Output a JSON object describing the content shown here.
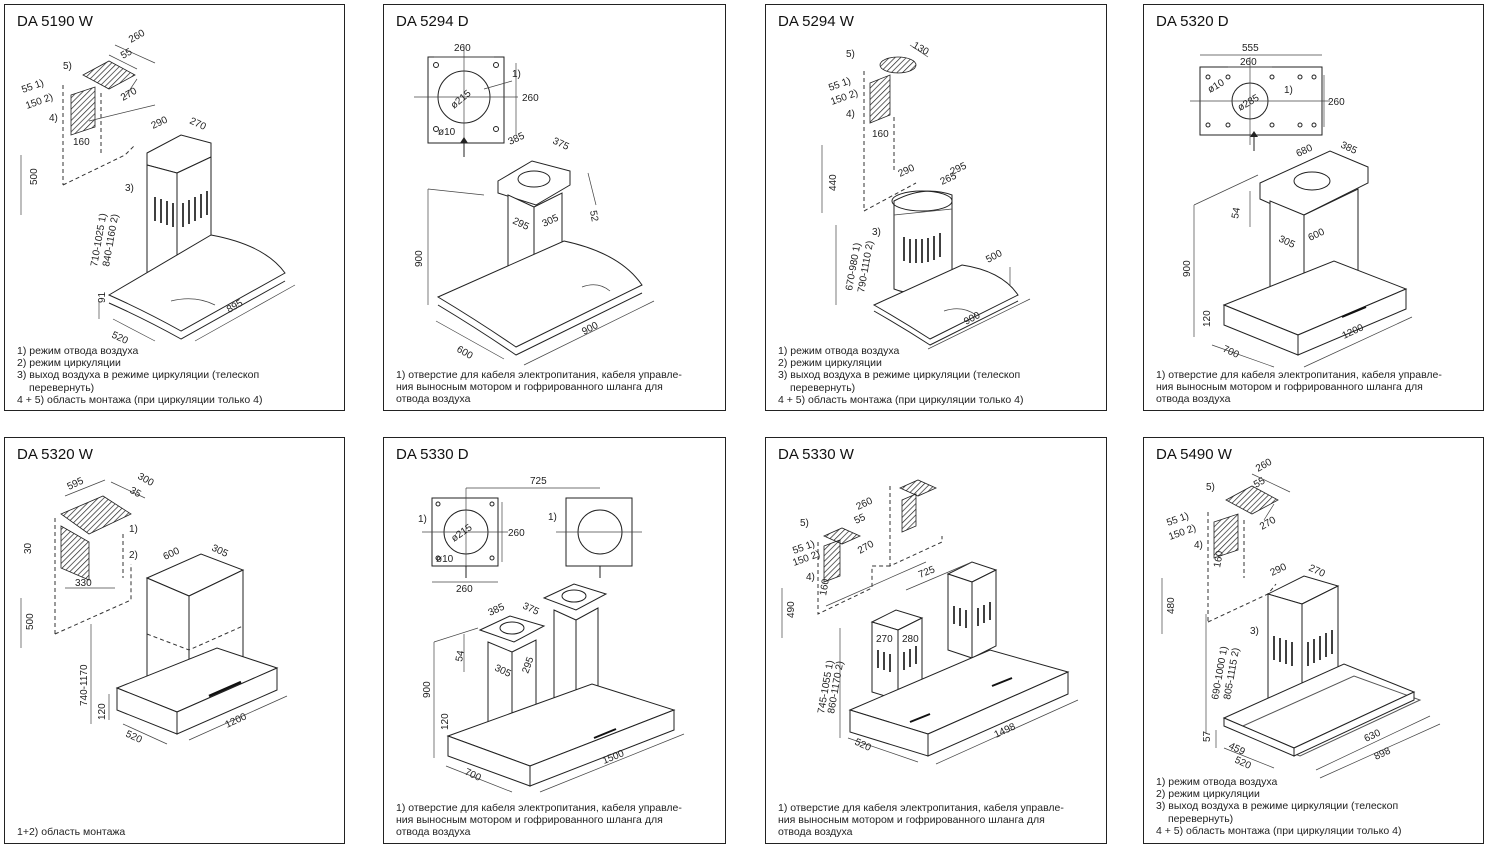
{
  "panels": [
    {
      "title": "DA 5190 W",
      "dims": [
        "260",
        "55",
        "270",
        "55 1)",
        "150 2)",
        "5)",
        "4)",
        "160",
        "290",
        "270",
        "3)",
        "500",
        "710-1025 1)",
        "840-1160 2)",
        "91",
        "520",
        "895"
      ],
      "notes": [
        "1) режим отвода воздуха",
        "2) режим циркуляции",
        "3) выход воздуха в режиме циркуляции (телескоп",
        "перевернуть)",
        "4 + 5) область монтажа (при циркуляции только 4)"
      ]
    },
    {
      "title": "DA 5294 D",
      "dims": [
        "260",
        "1)",
        "ø215",
        "260",
        "ø10",
        "385",
        "375",
        "52",
        "295",
        "305",
        "900",
        "600",
        "900"
      ],
      "notes": [
        "1) отверстие для кабеля электропитания, кабеля управле-",
        "ния выносным мотором и гофрированного шланга для",
        "отвода воздуха"
      ]
    },
    {
      "title": "DA 5294 W",
      "dims": [
        "130",
        "5)",
        "55 1)",
        "150 2)",
        "4)",
        "160",
        "440",
        "290",
        "295",
        "265",
        "3)",
        "670-980 1)",
        "790-1110 2)",
        "500",
        "900"
      ],
      "notes": [
        "1) режим отвода воздуха",
        "2) режим циркуляции",
        "3) выход воздуха в режиме циркуляции (телескоп",
        "перевернуть)",
        "4 + 5) область монтажа (при циркуляции только 4)"
      ]
    },
    {
      "title": "DA 5320 D",
      "dims": [
        "555",
        "260",
        "ø10",
        "ø285",
        "1)",
        "260",
        "680",
        "385",
        "54",
        "305",
        "600",
        "900",
        "120",
        "700",
        "1200"
      ],
      "notes": [
        "1) отверстие для кабеля электропитания, кабеля управле-",
        "ния выносным мотором и гофрированного шланга для",
        "отвода воздуха"
      ]
    },
    {
      "title": "DA 5320 W",
      "dims": [
        "595",
        "300",
        "35",
        "1)",
        "30",
        "2)",
        "330",
        "600",
        "305",
        "500",
        "740-1170",
        "120",
        "520",
        "1200"
      ],
      "notes": [
        "1+2) область монтажа"
      ]
    },
    {
      "title": "DA 5330 D",
      "dims": [
        "725",
        "1)",
        "ø215",
        "260",
        "ø10",
        "260",
        "1)",
        "385",
        "375",
        "54",
        "305",
        "295",
        "900",
        "120",
        "700",
        "1500"
      ],
      "notes": [
        "1) отверстие для кабеля электропитания, кабеля управле-",
        "ния выносным мотором и гофрированного шланга для",
        "отвода воздуха"
      ]
    },
    {
      "title": "DA 5330 W",
      "dims": [
        "5)",
        "260",
        "55",
        "270",
        "55 1)",
        "150 2)",
        "4)",
        "160",
        "490",
        "725",
        "270",
        "280",
        "745-1055 1)",
        "860-1170 2)",
        "520",
        "1498"
      ],
      "notes": [
        "1) отверстие для кабеля электропитания, кабеля управле-",
        "ния выносным мотором и гофрированного шланга для",
        "отвода воздуха"
      ]
    },
    {
      "title": "DA 5490 W",
      "dims": [
        "260",
        "55",
        "5)",
        "270",
        "55 1)",
        "150 2)",
        "4)",
        "160",
        "290",
        "270",
        "480",
        "3)",
        "690-1000 1)",
        "805-1115 2)",
        "57",
        "459",
        "520",
        "630",
        "898"
      ],
      "notes": [
        "1) режим отвода воздуха",
        "2) режим циркуляции",
        "3) выход воздуха в режиме циркуляции (телескоп",
        "перевернуть)",
        "4 + 5) область монтажа (при циркуляции только 4)"
      ]
    }
  ]
}
